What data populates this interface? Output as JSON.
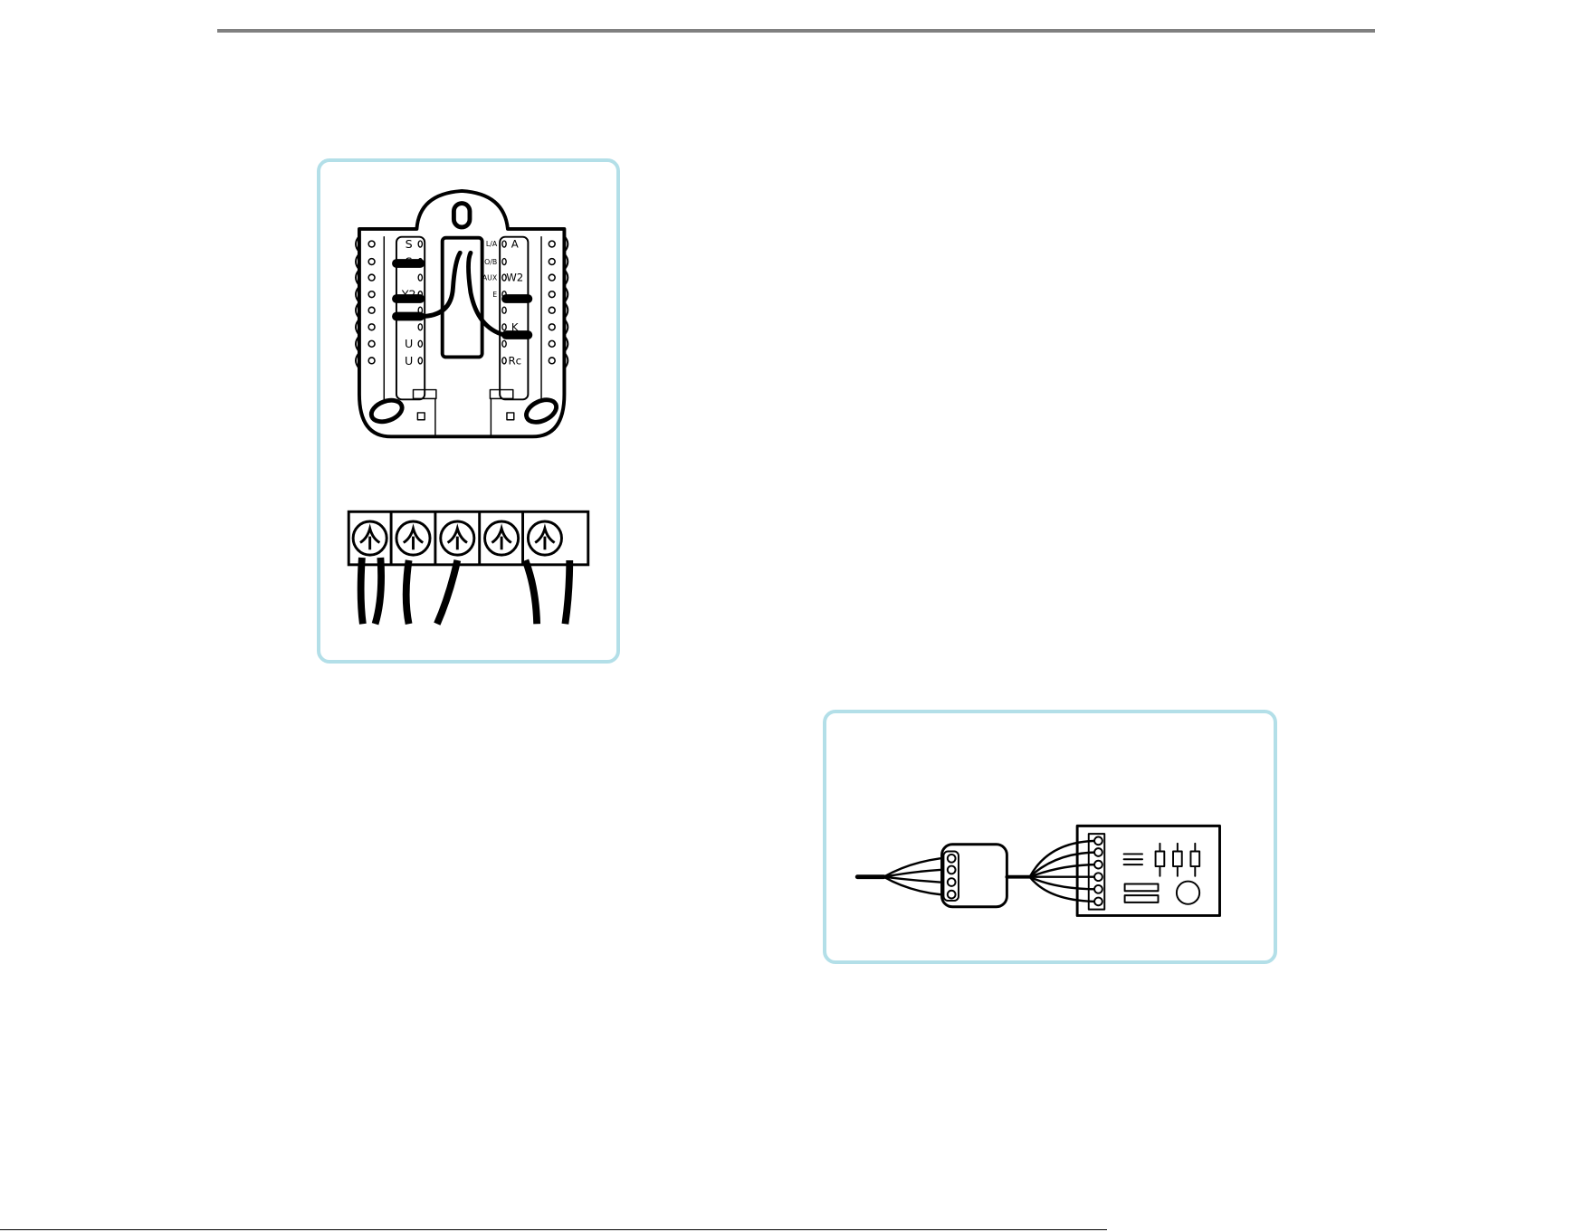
{
  "thermostat_base": {
    "left_labels": [
      "S",
      "S",
      "",
      "Y2",
      "",
      "",
      "U",
      "U"
    ],
    "right_labels": [
      "A",
      "",
      "W2",
      "",
      "",
      "K",
      "",
      "Rc"
    ],
    "right_small_labels": [
      "L/A",
      "O/B",
      "AUX",
      "E",
      "",
      "",
      "",
      ""
    ]
  },
  "colors": {
    "panel_border": "#b3dfe8",
    "line": "#000000",
    "top_rule": "#808080"
  }
}
